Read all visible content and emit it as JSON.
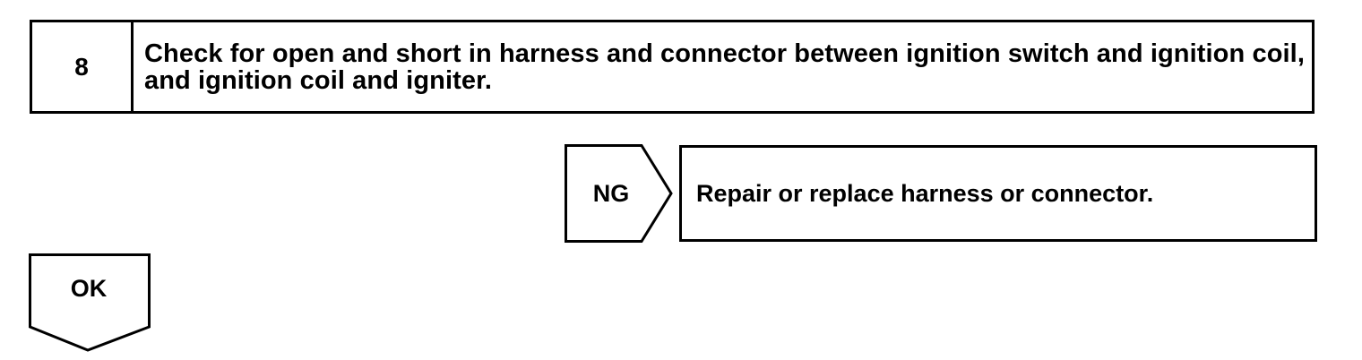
{
  "step": {
    "number": "8",
    "text": "Check for open and short in harness and connector between ignition switch and ignition coil, and ignition coil and igniter."
  },
  "ng_branch": {
    "label": "NG",
    "action": "Repair or replace harness or connector."
  },
  "ok_branch": {
    "label": "OK"
  }
}
